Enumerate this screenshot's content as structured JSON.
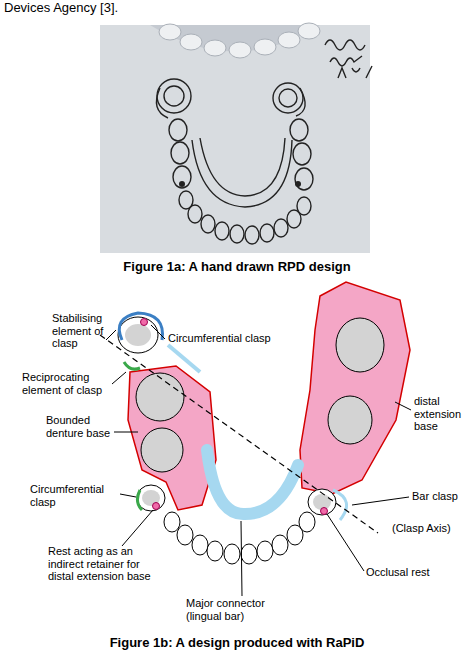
{
  "diagram": {
    "caption": "Figure 1b: A design produced with RaPiD",
    "labels": [
      "Devices Agency [3].",
      "Figure 1a: A hand drawn RPD design",
      "Stabilising element of clasp",
      "Circumferential clasp",
      "Reciprocating element of clasp",
      "Bounded denture base",
      "distal extension base",
      "Circumferential clasp",
      "Bar clasp",
      "(Clasp Axis)",
      "Rest acting as an indirect retainer for distal extension base",
      "Occlusal rest",
      "Major connector (lingual bar)"
    ]
  }
}
